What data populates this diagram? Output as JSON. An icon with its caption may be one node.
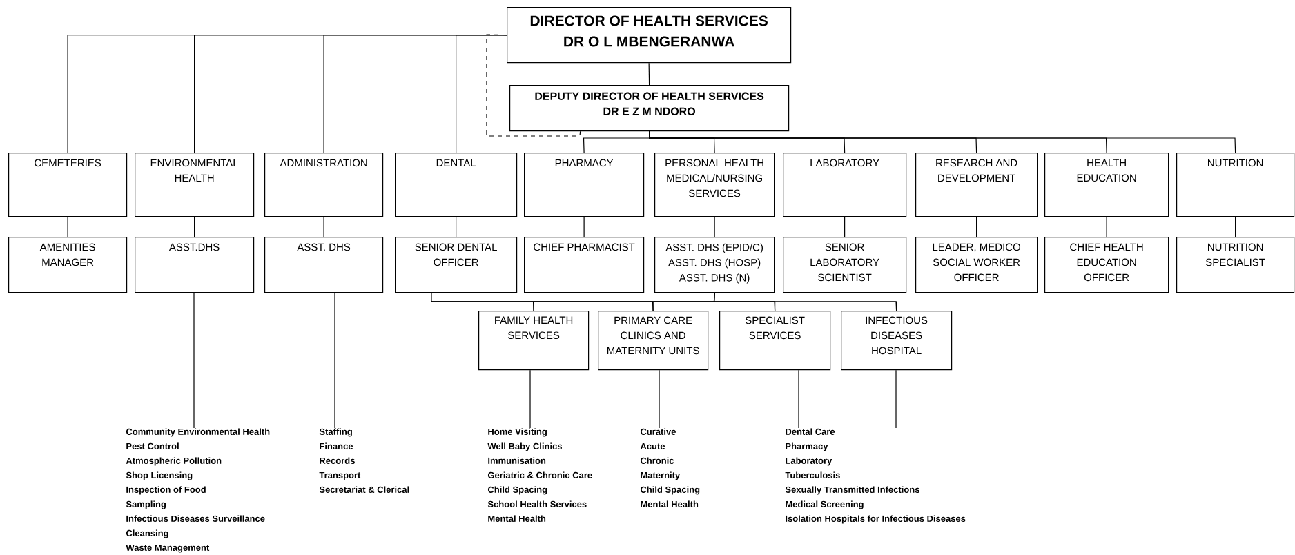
{
  "diagram": {
    "nodes": [
      {
        "text": [
          "DIRECTOR OF HEALTH SERVICES",
          "DR O L MBENGERANWA"
        ]
      },
      {
        "text": [
          "DEPUTY DIRECTOR OF HEALTH SERVICES",
          "DR E Z M NDORO"
        ]
      },
      {
        "text": [
          "CEMETERIES"
        ]
      },
      {
        "text": [
          "ENVIRONMENTAL HEALTH"
        ]
      },
      {
        "text": [
          "ADMINISTRATION"
        ]
      },
      {
        "text": [
          "DENTAL"
        ]
      },
      {
        "text": [
          "PHARMACY"
        ]
      },
      {
        "text": [
          "PERSONAL HEALTH MEDICAL/NURSING SERVICES"
        ]
      },
      {
        "text": [
          "LABORATORY"
        ]
      },
      {
        "text": [
          "RESEARCH AND DEVELOPMENT"
        ]
      },
      {
        "text": [
          "HEALTH EDUCATION"
        ]
      },
      {
        "text": [
          "NUTRITION"
        ]
      },
      {
        "text": [
          "AMENITIES MANAGER"
        ]
      },
      {
        "text": [
          "ASST.DHS"
        ]
      },
      {
        "text": [
          "ASST. DHS"
        ]
      },
      {
        "text": [
          "SENIOR DENTAL OFFICER"
        ]
      },
      {
        "text": [
          "CHIEF PHARMACIST"
        ]
      },
      {
        "text": [
          "ASST. DHS (EPID/C)",
          "ASST. DHS (HOSP)",
          "ASST. DHS (N)"
        ]
      },
      {
        "text": [
          "SENIOR LABORATORY SCIENTIST"
        ]
      },
      {
        "text": [
          "LEADER, MEDICO SOCIAL WORKER OFFICER"
        ]
      },
      {
        "text": [
          "CHIEF HEALTH EDUCATION OFFICER"
        ]
      },
      {
        "text": [
          "NUTRITION SPECIALIST"
        ]
      },
      {
        "text": [
          "FAMILY HEALTH SERVICES"
        ]
      },
      {
        "text": [
          "PRIMARY CARE CLINICS AND MATERNITY UNITS"
        ]
      },
      {
        "text": [
          "SPECIALIST SERVICES"
        ]
      },
      {
        "text": [
          "INFECTIOUS DISEASES HOSPITAL"
        ]
      },
      {
        "text": [
          "Community Environmental Health",
          "Pest Control",
          "Atmospheric Pollution",
          "Shop Licensing",
          "Inspection of Food",
          "Sampling",
          "Infectious Diseases Surveillance",
          "Cleansing",
          "Waste Management"
        ]
      },
      {
        "text": [
          "Staffing",
          "Finance",
          "Records",
          "Transport",
          "Secretariat & Clerical"
        ]
      },
      {
        "text": [
          "Home Visiting",
          "Well Baby Clinics",
          "Immunisation",
          "Geriatric & Chronic Care",
          "Child Spacing",
          "School Health Services",
          "Mental Health"
        ]
      },
      {
        "text": [
          "Curative",
          "Acute",
          "Chronic",
          "Maternity",
          "Child Spacing",
          "Mental Health"
        ]
      },
      {
        "text": [
          "Dental Care",
          "Pharmacy",
          "Laboratory",
          "Tuberculosis",
          "Sexually Transmitted Infections",
          "Medical Screening",
          "Isolation Hospitals for Infectious Diseases"
        ]
      }
    ],
    "edges": [
      {
        "from": 0,
        "to": 2,
        "arrow": "none"
      },
      {
        "from": 0,
        "to": 3,
        "arrow": "none"
      },
      {
        "from": 0,
        "to": 4,
        "arrow": "none"
      },
      {
        "from": 0,
        "to": 5,
        "arrow": "none"
      },
      {
        "from": 0,
        "to": 1,
        "arrow": "none"
      },
      {
        "from": 0,
        "to": 1,
        "arrow": "none",
        "style": "dashed"
      },
      {
        "from": 1,
        "to": 6,
        "arrow": "none"
      },
      {
        "from": 1,
        "to": 7,
        "arrow": "none"
      },
      {
        "from": 1,
        "to": 8,
        "arrow": "none"
      },
      {
        "from": 1,
        "to": 9,
        "arrow": "none"
      },
      {
        "from": 1,
        "to": 10,
        "arrow": "none"
      },
      {
        "from": 1,
        "to": 11,
        "arrow": "none"
      },
      {
        "from": 2,
        "to": 12,
        "arrow": "none"
      },
      {
        "from": 3,
        "to": 13,
        "arrow": "none"
      },
      {
        "from": 4,
        "to": 14,
        "arrow": "none"
      },
      {
        "from": 5,
        "to": 15,
        "arrow": "none"
      },
      {
        "from": 6,
        "to": 16,
        "arrow": "none"
      },
      {
        "from": 7,
        "to": 17,
        "arrow": "none"
      },
      {
        "from": 8,
        "to": 18,
        "arrow": "none"
      },
      {
        "from": 9,
        "to": 19,
        "arrow": "none"
      },
      {
        "from": 10,
        "to": 20,
        "arrow": "none"
      },
      {
        "from": 11,
        "to": 21,
        "arrow": "none"
      },
      {
        "from": 17,
        "to": 22,
        "arrow": "none"
      },
      {
        "from": 17,
        "to": 23,
        "arrow": "none"
      },
      {
        "from": 17,
        "to": 24,
        "arrow": "none"
      },
      {
        "from": 17,
        "to": 25,
        "arrow": "none"
      },
      {
        "from": 15,
        "to": 22,
        "arrow": "none"
      },
      {
        "from": 15,
        "to": 23,
        "arrow": "none"
      },
      {
        "from": 15,
        "to": 24,
        "arrow": "none"
      },
      {
        "from": 15,
        "to": 25,
        "arrow": "none"
      },
      {
        "from": 13,
        "to": 26,
        "arrow": "none"
      },
      {
        "from": 14,
        "to": 27,
        "arrow": "none"
      },
      {
        "from": 22,
        "to": 28,
        "arrow": "none"
      },
      {
        "from": 23,
        "to": 29,
        "arrow": "none"
      },
      {
        "from": 24,
        "to": 30,
        "arrow": "none"
      },
      {
        "from": 25,
        "to": 30,
        "arrow": "none"
      }
    ]
  }
}
